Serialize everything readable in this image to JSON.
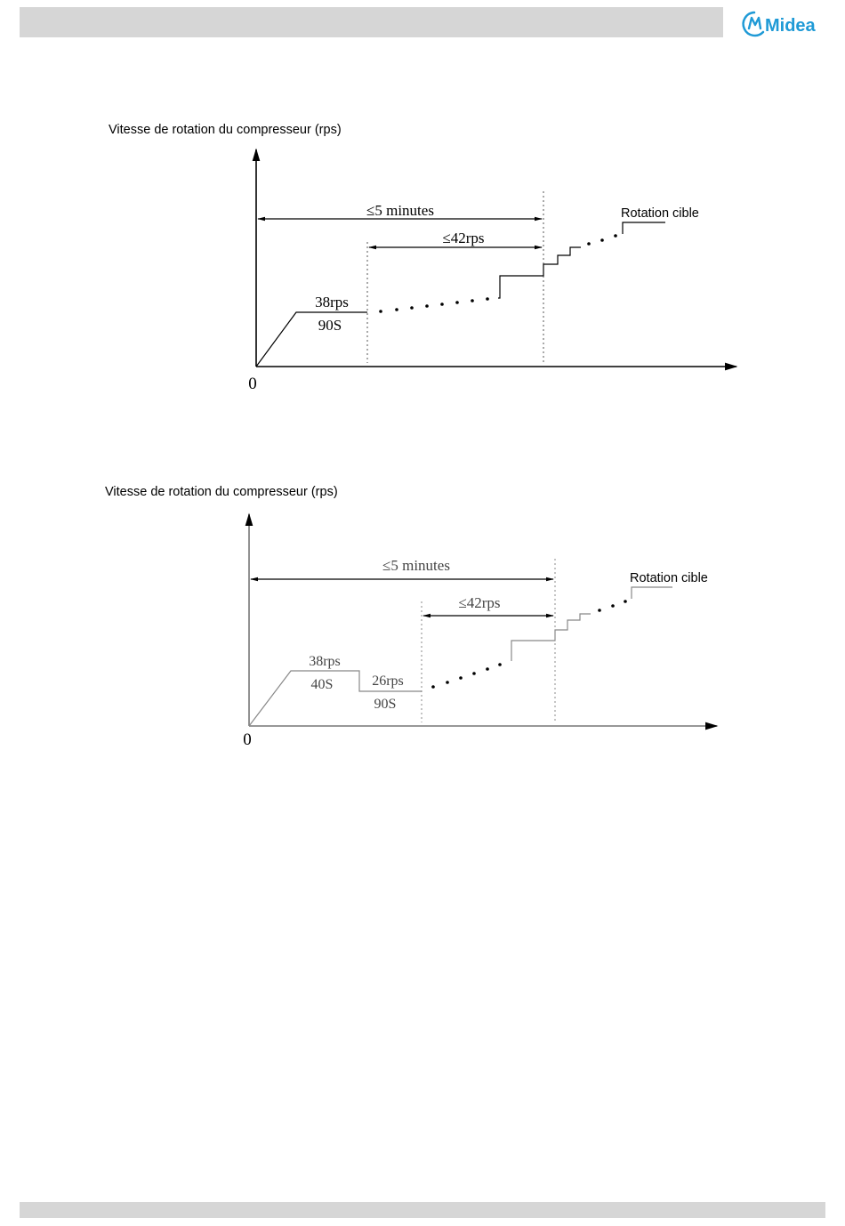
{
  "header": {
    "logo_text": "Midea",
    "brand_color": "#1f9ad6",
    "bar_color": "#d6d6d6"
  },
  "diagrams": [
    {
      "title": "Vitesse de rotation du compresseur (rps)",
      "origin_label": "0",
      "interval_total_label": "≤5 minutes",
      "interval_limit_label": "≤42rps",
      "target_label": "Rotation cible",
      "stages": [
        {
          "speed_label": "38rps",
          "time_label": "90S"
        }
      ]
    },
    {
      "title": "Vitesse de rotation du compresseur (rps)",
      "origin_label": "0",
      "interval_total_label": "≤5 minutes",
      "interval_limit_label": "≤42rps",
      "target_label": "Rotation cible",
      "stages": [
        {
          "speed_label": "38rps",
          "time_label": "40S"
        },
        {
          "speed_label": "26rps",
          "time_label": "90S"
        }
      ]
    }
  ],
  "footer": {
    "bar_color": "#d6d6d6"
  }
}
